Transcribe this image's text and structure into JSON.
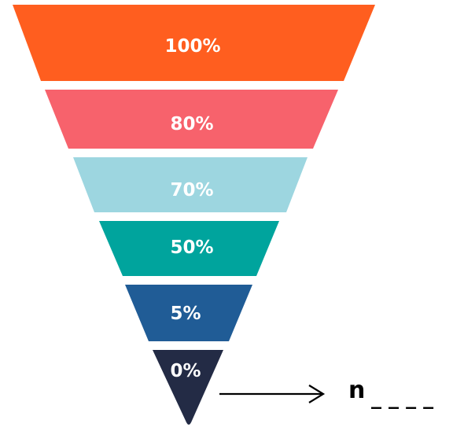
{
  "funnel": {
    "levels": [
      {
        "label": "100%",
        "value": 100,
        "color": "#FF5E1F"
      },
      {
        "label": "80%",
        "value": 80,
        "color": "#F7626C"
      },
      {
        "label": "70%",
        "value": 70,
        "color": "#9DD6E0"
      },
      {
        "label": "50%",
        "value": 50,
        "color": "#00A49D"
      },
      {
        "label": "5%",
        "value": 5,
        "color": "#205C96"
      },
      {
        "label": "0%",
        "value": 0,
        "color": "#232B45"
      }
    ]
  },
  "pointer": {
    "prefix": "n",
    "blank": "_ _ _ _",
    "arrow_icon": "arrow-right-icon",
    "color": "#000000"
  }
}
